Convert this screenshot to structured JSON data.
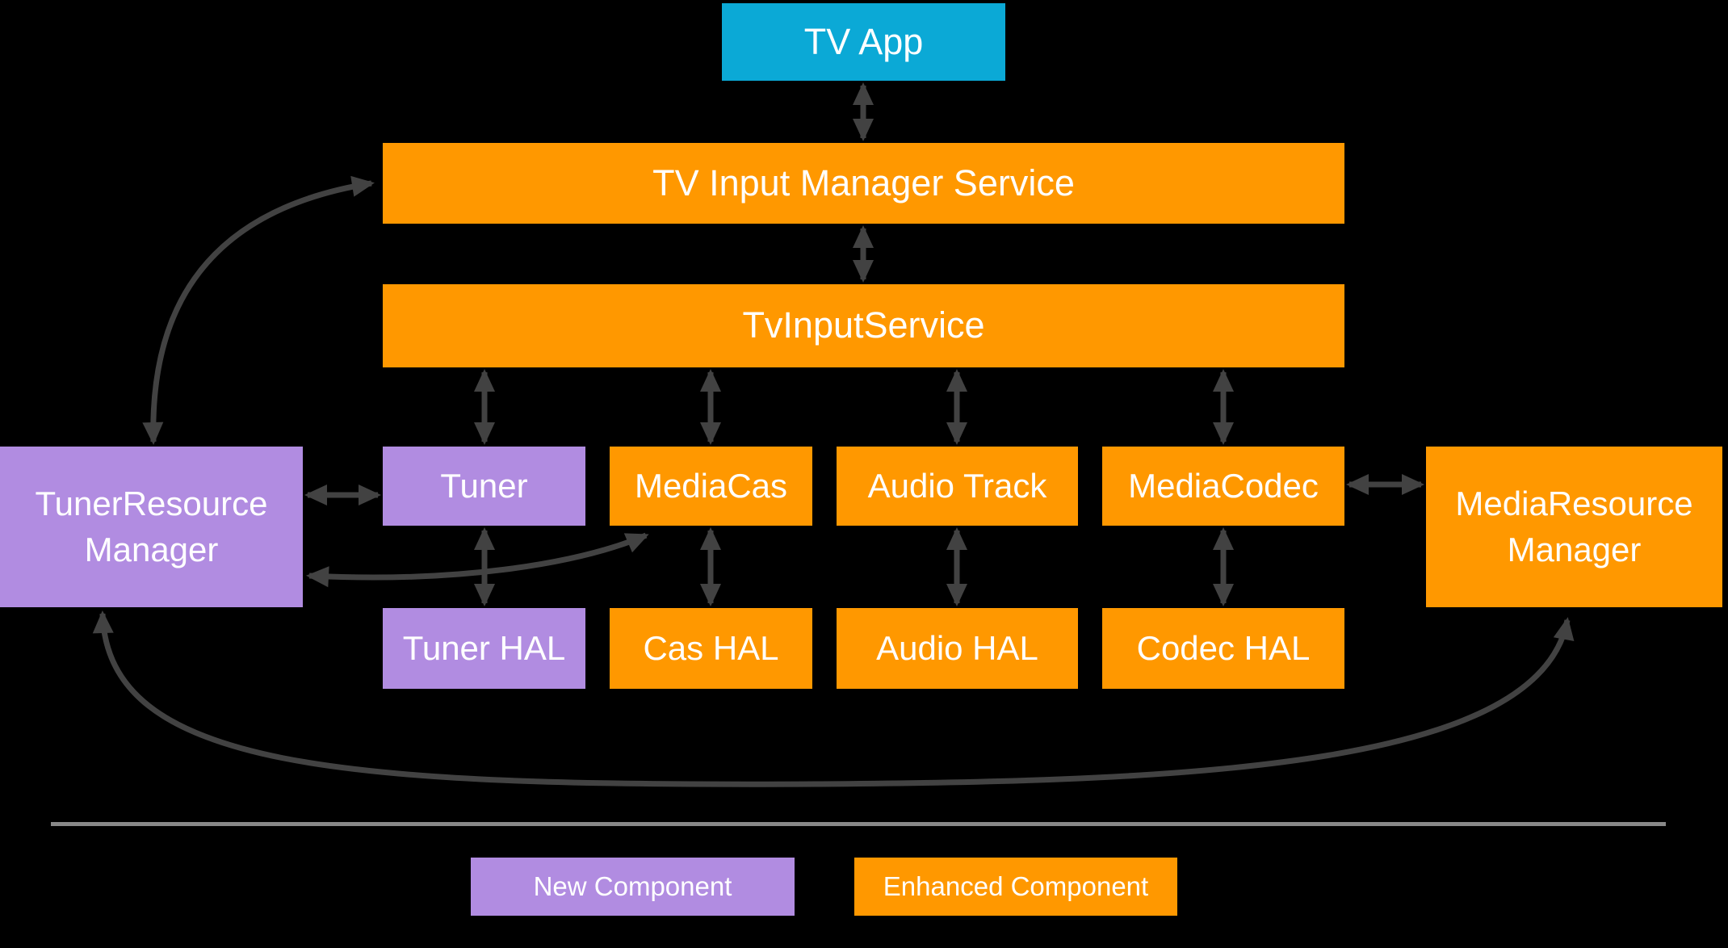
{
  "diagram": {
    "name": "TV tuner framework architecture",
    "nodes": {
      "tv_app": {
        "label": "TV App",
        "type": "app"
      },
      "tv_input_manager_service": {
        "label": "TV Input Manager Service",
        "type": "enhanced"
      },
      "tv_input_service": {
        "label": "TvInputService",
        "type": "enhanced"
      },
      "tuner": {
        "label": "Tuner",
        "type": "new"
      },
      "media_cas": {
        "label": "MediaCas",
        "type": "enhanced"
      },
      "audio_track": {
        "label": "Audio Track",
        "type": "enhanced"
      },
      "media_codec": {
        "label": "MediaCodec",
        "type": "enhanced"
      },
      "tuner_resource_manager": {
        "label": "TunerResource Manager",
        "type": "new"
      },
      "media_resource_manager": {
        "label": "MediaResource Manager",
        "type": "enhanced"
      },
      "tuner_hal": {
        "label": "Tuner HAL",
        "type": "new"
      },
      "cas_hal": {
        "label": "Cas HAL",
        "type": "enhanced"
      },
      "audio_hal": {
        "label": "Audio HAL",
        "type": "enhanced"
      },
      "codec_hal": {
        "label": "Codec HAL",
        "type": "enhanced"
      }
    },
    "connections": [
      "TV App <-> TV Input Manager Service",
      "TV Input Manager Service <-> TvInputService",
      "TvInputService <-> Tuner",
      "TvInputService <-> MediaCas",
      "TvInputService <-> Audio Track",
      "TvInputService <-> MediaCodec",
      "Tuner <-> Tuner HAL",
      "MediaCas <-> Cas HAL",
      "Audio Track <-> Audio HAL",
      "MediaCodec <-> Codec HAL",
      "TunerResourceManager <-> Tuner",
      "MediaCodec <-> MediaResourceManager",
      "TunerResourceManager <-> TV Input Manager Service (curved)",
      "TunerResourceManager <-> MediaCas (curved)",
      "TunerResourceManager <-> MediaResourceManager (curved)"
    ]
  },
  "legend": {
    "new_component": "New Component",
    "enhanced_component": "Enhanced Component"
  },
  "colors": {
    "new": "#b18ce1",
    "enhanced": "#ff9800",
    "app": "#0ba9d6",
    "arrow": "#424242",
    "divider": "#888888",
    "background": "#000000",
    "text": "#ffffff"
  }
}
